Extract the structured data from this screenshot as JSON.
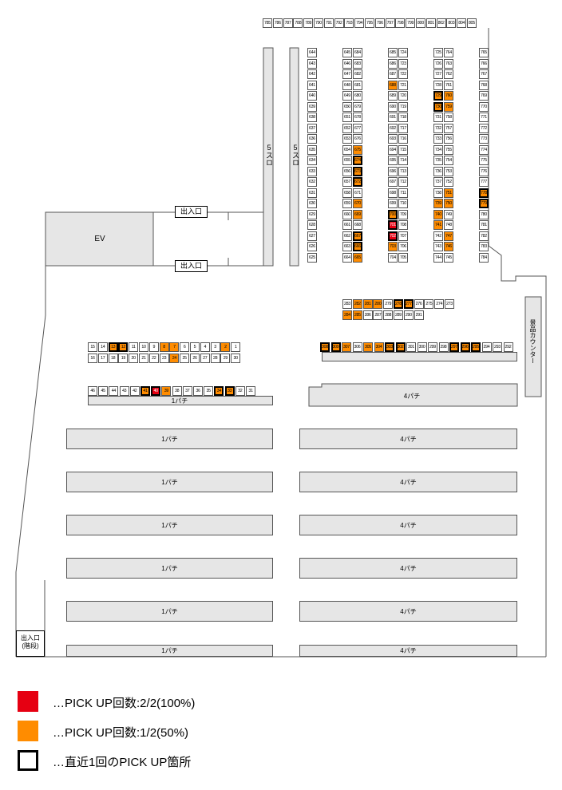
{
  "colors": {
    "two_of_two": "#e60012",
    "one_of_two": "#ff8c00",
    "bar": "#e6e6e6",
    "line": "#555555"
  },
  "labels": {
    "ev": "EV",
    "door": "出入口",
    "stairs": "出入口\n(階段)",
    "slot": "5スロ",
    "prize": "景品カウンター",
    "pachi1": "1パチ",
    "pachi4": "4パチ"
  },
  "legend": [
    {
      "text": "…PICK UP回数:2/2(100%)",
      "swatch": "two_of_two"
    },
    {
      "text": "…PICK UP回数:1/2(50%)",
      "swatch": "one_of_two"
    },
    {
      "text": "…直近1回のPICK UP箇所",
      "swatch": "outline"
    }
  ],
  "machines": {
    "top_row": [
      "785",
      "786",
      "787",
      "788",
      "789",
      "790",
      "791",
      "792",
      "793",
      "794",
      "795",
      "796",
      "797",
      "798",
      "799",
      "800",
      "801",
      "802",
      "803",
      "804",
      "805"
    ],
    "a_left": [
      "644",
      "643",
      "642",
      "641",
      "640",
      "639",
      "638",
      "637",
      "636",
      "635",
      "634",
      "633",
      "632",
      "631",
      "630",
      "629",
      "628",
      "627",
      "626",
      "625"
    ],
    "b_left": [
      "645",
      "646",
      "647",
      "648",
      "649",
      "650",
      "651",
      "652",
      "653",
      "654",
      "655",
      "656",
      "657",
      "658",
      "659",
      "660",
      "661",
      "662",
      "663",
      "664"
    ],
    "b_right": [
      "684",
      "683",
      "682",
      "681",
      "680",
      "679",
      "678",
      "677",
      "676",
      "675",
      "674",
      "673",
      "672",
      "671",
      "670",
      "669",
      "668",
      "667",
      "666",
      "665"
    ],
    "c_left": [
      "685",
      "686",
      "687",
      "688",
      "689",
      "690",
      "691",
      "692",
      "693",
      "694",
      "695",
      "696",
      "697",
      "698",
      "699",
      "700",
      "701",
      "702",
      "703",
      "704"
    ],
    "c_right": [
      "724",
      "723",
      "722",
      "721",
      "720",
      "719",
      "718",
      "717",
      "716",
      "715",
      "714",
      "713",
      "712",
      "711",
      "710",
      "709",
      "708",
      "707",
      "706",
      "705"
    ],
    "d_left": [
      "725",
      "726",
      "727",
      "728",
      "729",
      "730",
      "731",
      "732",
      "733",
      "734",
      "735",
      "736",
      "737",
      "738",
      "739",
      "740",
      "741",
      "742",
      "743",
      "744"
    ],
    "d_right": [
      "764",
      "763",
      "762",
      "761",
      "760",
      "759",
      "758",
      "757",
      "756",
      "755",
      "754",
      "753",
      "752",
      "751",
      "750",
      "749",
      "748",
      "747",
      "746",
      "745"
    ],
    "e_col": [
      "765",
      "766",
      "767",
      "768",
      "769",
      "770",
      "771",
      "772",
      "773",
      "774",
      "775",
      "776",
      "777",
      "778",
      "779",
      "780",
      "781",
      "782",
      "783",
      "784"
    ],
    "k_top": [
      "283",
      "282",
      "281",
      "280",
      "279",
      "278",
      "277",
      "276",
      "275",
      "274",
      "273"
    ],
    "k_bot": [
      "284",
      "285",
      "286",
      "287",
      "288",
      "289",
      "290",
      "291"
    ],
    "l_row": [
      "308",
      "309",
      "307",
      "306",
      "305",
      "304",
      "303",
      "302",
      "301",
      "300",
      "299",
      "298",
      "297",
      "296",
      "295",
      "294",
      "293",
      "292"
    ],
    "p_top": [
      "15",
      "14",
      "13",
      "12",
      "11",
      "10",
      "9",
      "8",
      "7",
      "6",
      "5",
      "4",
      "3",
      "2",
      "1"
    ],
    "p_bot": [
      "16",
      "17",
      "18",
      "19",
      "20",
      "21",
      "22",
      "23",
      "24",
      "25",
      "26",
      "27",
      "28",
      "29",
      "30"
    ],
    "q_row": [
      "46",
      "45",
      "44",
      "43",
      "42",
      "41",
      "40",
      "39",
      "38",
      "37",
      "36",
      "35",
      "34",
      "33",
      "32",
      "31"
    ],
    "orange": [
      "729",
      "730",
      "760",
      "759",
      "688",
      "675",
      "674",
      "673",
      "672",
      "670",
      "669",
      "667",
      "666",
      "665",
      "700",
      "703",
      "751",
      "750",
      "739",
      "740",
      "741",
      "747",
      "746",
      "282",
      "281",
      "280",
      "278",
      "277",
      "284",
      "285",
      "308",
      "309",
      "307",
      "305",
      "304",
      "303",
      "302",
      "297",
      "296",
      "295",
      "13",
      "12",
      "8",
      "7",
      "2",
      "24",
      "41",
      "39",
      "34",
      "33",
      "778",
      "779"
    ],
    "red": [
      "701",
      "702",
      "40"
    ],
    "outlined": [
      "729",
      "730",
      "674",
      "673",
      "672",
      "667",
      "666",
      "700",
      "701",
      "702",
      "778",
      "779",
      "278",
      "277",
      "308",
      "309",
      "303",
      "302",
      "297",
      "296",
      "295",
      "13",
      "12",
      "41",
      "40",
      "34",
      "33"
    ]
  }
}
